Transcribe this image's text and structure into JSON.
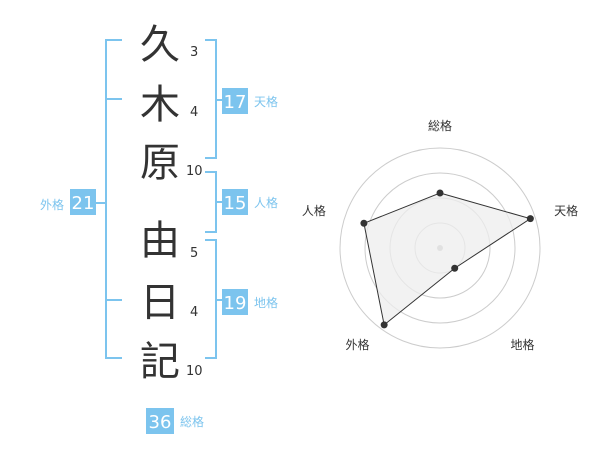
{
  "name": {
    "surname": [
      "久",
      "木",
      "原"
    ],
    "given": [
      "由",
      "日",
      "記"
    ]
  },
  "strokes": {
    "surname": [
      "3",
      "4",
      "10"
    ],
    "given": [
      "5",
      "4",
      "10"
    ]
  },
  "scores": {
    "tenkaku": {
      "value": "17",
      "label": "天格"
    },
    "jinkaku": {
      "value": "15",
      "label": "人格"
    },
    "chikaku": {
      "value": "19",
      "label": "地格"
    },
    "gaikaku": {
      "value": "21",
      "label": "外格"
    },
    "soukaku": {
      "value": "36",
      "label": "総格"
    }
  },
  "radar": {
    "axes": [
      "総格",
      "天格",
      "地格",
      "外格",
      "人格"
    ],
    "values": [
      0.55,
      0.95,
      0.25,
      0.95,
      0.8
    ],
    "levels": 4
  },
  "colors": {
    "accent": "#7cc4ee",
    "box": "#7cc4ee",
    "text": "#333333",
    "radar_fill": "#eeeeee",
    "radar_ring": "#cccccc"
  }
}
